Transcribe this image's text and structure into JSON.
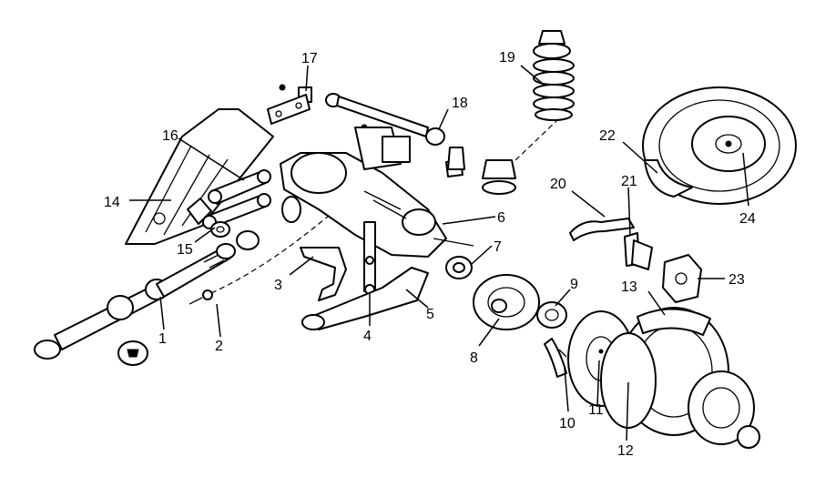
{
  "callouts": [
    {
      "id": "1",
      "part": "propeller-shaft"
    },
    {
      "id": "2",
      "part": "parking-brake-cable"
    },
    {
      "id": "3",
      "part": "stabilizer-bar"
    },
    {
      "id": "4",
      "part": "stabilizer-link"
    },
    {
      "id": "5",
      "part": "lower-control-arm"
    },
    {
      "id": "6",
      "part": "differential-carrier"
    },
    {
      "id": "7",
      "part": "axle-shaft-flange"
    },
    {
      "id": "8",
      "part": "backing-plate"
    },
    {
      "id": "9",
      "part": "wheel-bearing"
    },
    {
      "id": "10",
      "part": "brake-shoe"
    },
    {
      "id": "11",
      "part": "brake-disc"
    },
    {
      "id": "12",
      "part": "brake-drum"
    },
    {
      "id": "13",
      "part": "disc-shield"
    },
    {
      "id": "14",
      "part": "crossmember"
    },
    {
      "id": "15",
      "part": "bushing"
    },
    {
      "id": "16",
      "part": "trailing-arm"
    },
    {
      "id": "17",
      "part": "bracket"
    },
    {
      "id": "18",
      "part": "lateral-rod"
    },
    {
      "id": "19",
      "part": "coil-spring"
    },
    {
      "id": "20",
      "part": "brake-hose"
    },
    {
      "id": "21",
      "part": "hose-bracket"
    },
    {
      "id": "22",
      "part": "tire"
    },
    {
      "id": "23",
      "part": "brake-caliper"
    },
    {
      "id": "24",
      "part": "wheel-rim"
    }
  ]
}
